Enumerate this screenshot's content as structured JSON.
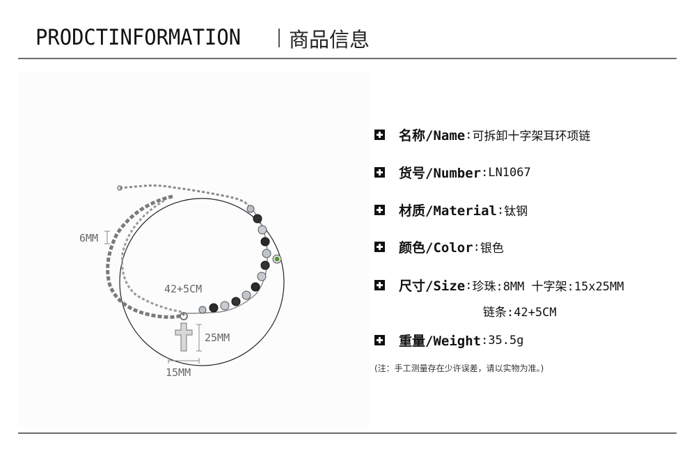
{
  "header": {
    "title_en": "PRODCTINFORMATION",
    "title_cn": "商品信息"
  },
  "photo": {
    "dims": {
      "thickness": "6MM",
      "length": "42+5CM",
      "cross_height": "25MM",
      "cross_width": "15MM"
    }
  },
  "specs": {
    "name": {
      "label": "名称/Name",
      "value": "可拆卸十字架耳环项链"
    },
    "number": {
      "label": "货号/Number",
      "value": "LN1067"
    },
    "material": {
      "label": "材质/Material",
      "value": "钛钢"
    },
    "color": {
      "label": "颜色/Color",
      "value": "银色"
    },
    "size": {
      "label": "尺寸/Size",
      "value": "珍珠:8MM 十字架:15x25MM",
      "extra": "链条:42+5CM"
    },
    "weight": {
      "label": "重量/Weight",
      "value": "35.5g"
    },
    "note": "(注：手工测量存在少许误差，请以实物为准。)"
  },
  "icons": [
    "plus-icon"
  ],
  "colors": {
    "rule": "#6a6a6a",
    "text": "#111111"
  }
}
